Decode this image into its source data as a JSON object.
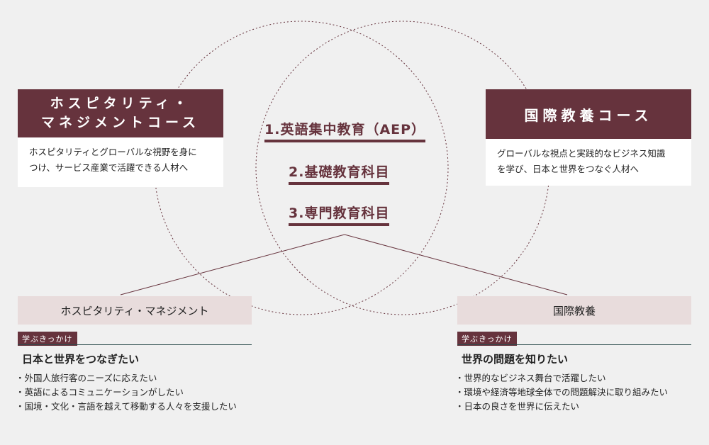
{
  "courses": {
    "hospitality": {
      "title_line1": "ホスピタリティ・",
      "title_line2": "マネジメントコース",
      "desc_line1": "ホスピタリティとグローバルな視野を身に",
      "desc_line2": "つけ、サービス産業で活躍できる人材へ"
    },
    "global": {
      "title": "国際教養コース",
      "desc_line1": "グローバルな視点と実践的なビジネス知識",
      "desc_line2": "を学び、日本と世界をつなぐ人材へ"
    }
  },
  "subjects": {
    "s1": "1.英語集中教育（AEP）",
    "s2": "2.基礎教育科目",
    "s3": "3.専門教育科目"
  },
  "paths": {
    "left": {
      "title": "ホスピタリティ・マネジメント",
      "tag": "学ぶきっかけ",
      "motive": "日本と世界をつなぎたい",
      "bullets": [
        "外国人旅行客のニーズに応えたい",
        "英語によるコミュニケーションがしたい",
        "国境・文化・言語を越えて移動する人々を支援したい"
      ]
    },
    "right": {
      "title": "国際教養",
      "tag": "学ぶきっかけ",
      "motive": "世界の問題を知りたい",
      "bullets": [
        "世界的なビジネス舞台で活躍したい",
        "環境や経済等地球全体での問題解決に取り組みたい",
        "日本の良さを世界に伝えたい"
      ]
    }
  },
  "colors": {
    "accent": "#66333d",
    "sub_bg": "#e8dcdc"
  }
}
